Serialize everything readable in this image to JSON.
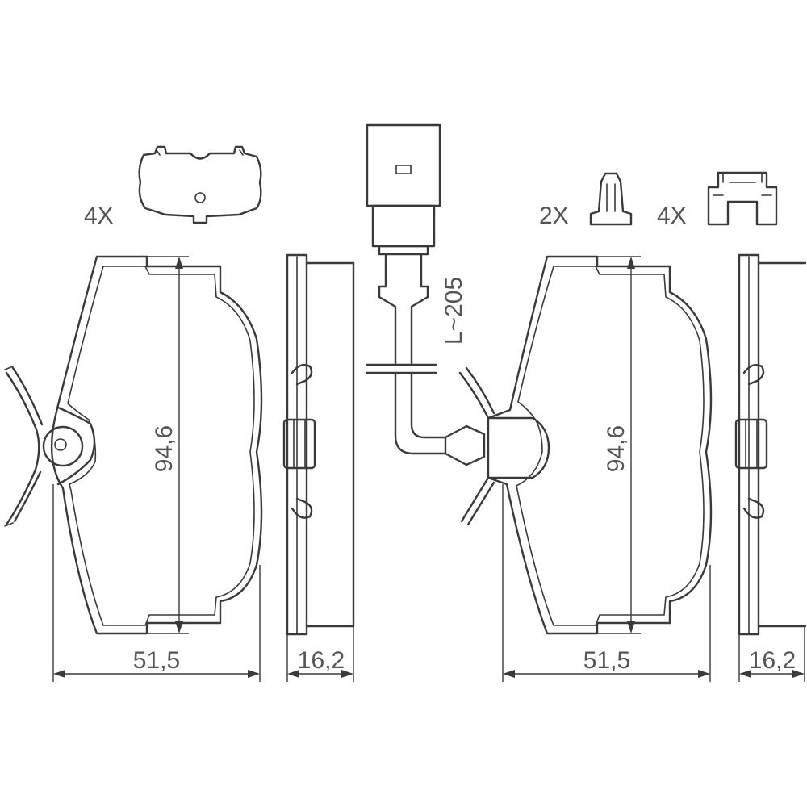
{
  "labels": {
    "clip_large_qty": "4X",
    "clip_small_qty": "2X",
    "clip_right_qty": "4X",
    "cable_length": "L~205",
    "height_left": "94,6",
    "height_right": "94,6",
    "width_left": "51,5",
    "thickness_left": "16,2",
    "width_right": "51,5",
    "thickness_right": "16,2"
  },
  "colors": {
    "line": "#3a3a3a",
    "text": "#555555",
    "background": "#ffffff"
  }
}
